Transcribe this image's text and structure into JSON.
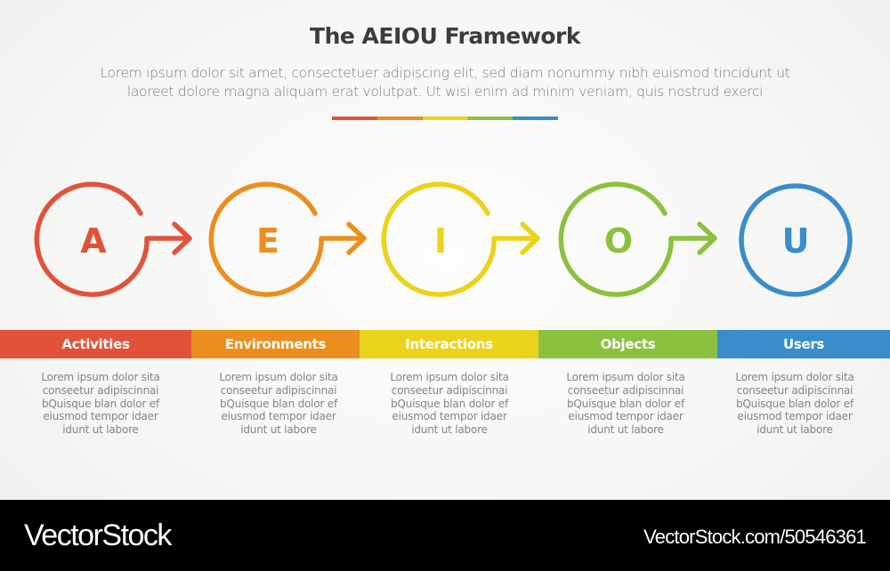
{
  "header": {
    "title": "The AEIOU Framework",
    "subtitle_line1": "Lorem ipsum dolor sit amet, consectetuer adipiscing elit, sed diam nonummy nibh euismod tincidunt ut",
    "subtitle_line2": "laoreet dolore magna aliquam erat volutpat. Ut wisi enim ad minim veniam, quis nostrud exerci"
  },
  "colors": {
    "red": "#e2523b",
    "orange": "#ea8f1e",
    "yellow": "#ead31a",
    "green": "#8cc13f",
    "blue": "#3a8dcb"
  },
  "steps": [
    {
      "letter": "A",
      "label": "Activities",
      "color": "#e2523b",
      "has_arrow": true,
      "description": [
        "Lorem ipsum dolor sita",
        "conseetur adipiscinnai",
        "bQuisque blan dolor ef",
        "eiusmod tempor idaer",
        "idunt ut labore"
      ]
    },
    {
      "letter": "E",
      "label": "Environments",
      "color": "#ea8f1e",
      "has_arrow": true,
      "description": [
        "Lorem ipsum dolor sita",
        "conseetur adipiscinnai",
        "bQuisque blan dolor ef",
        "eiusmod tempor idaer",
        "idunt ut labore"
      ]
    },
    {
      "letter": "I",
      "label": "Interactions",
      "color": "#ead31a",
      "has_arrow": true,
      "description": [
        "Lorem ipsum dolor sita",
        "conseetur adipiscinnai",
        "bQuisque blan dolor ef",
        "eiusmod tempor idaer",
        "idunt ut labore"
      ]
    },
    {
      "letter": "O",
      "label": "Objects",
      "color": "#8cc13f",
      "has_arrow": true,
      "description": [
        "Lorem ipsum dolor sita",
        "conseetur adipiscinnai",
        "bQuisque blan dolor ef",
        "eiusmod tempor idaer",
        "idunt ut labore"
      ]
    },
    {
      "letter": "U",
      "label": "Users",
      "color": "#3a8dcb",
      "has_arrow": false,
      "description": [
        "Lorem ipsum dolor sita",
        "conseetur adipiscinnai",
        "bQuisque blan dolor ef",
        "eiusmod tempor idaer",
        "idunt ut labore"
      ]
    }
  ],
  "footer": {
    "brand": "VectorStock",
    "stock_id": "VectorStock.com/50546361"
  }
}
